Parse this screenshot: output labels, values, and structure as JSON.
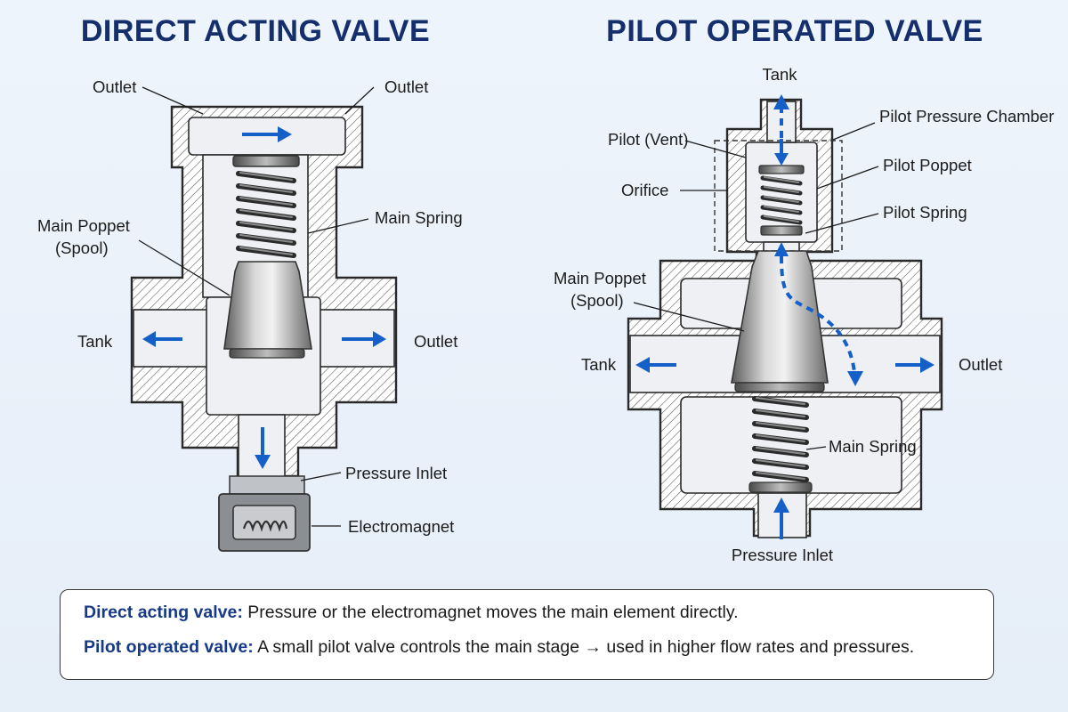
{
  "titles": {
    "left": "DIRECT ACTING VALVE",
    "right": "PILOT OPERATED VALVE"
  },
  "direct_acting": {
    "labels": {
      "outlet_top_left": "Outlet",
      "outlet_top_right": "Outlet",
      "main_spring": "Main Spring",
      "main_poppet_line1": "Main Poppet",
      "main_poppet_line2": "(Spool)",
      "tank": "Tank",
      "outlet_side": "Outlet",
      "pressure_inlet": "Pressure Inlet",
      "electromagnet": "Electromagnet"
    }
  },
  "pilot_operated": {
    "labels": {
      "tank": "Tank",
      "pilot_pressure_chamber": "Pilot Pressure Chamber",
      "pilot_vent": "Pilot (Vent)",
      "pilot_poppet": "Pilot Poppet",
      "orifice": "Orifice",
      "pilot_spring": "Pilot Spring",
      "main_poppet_line1": "Main Poppet",
      "main_poppet_line2": "(Spool)",
      "tank_side": "Tank",
      "outlet_side": "Outlet",
      "main_spring": "Main Spring",
      "pressure_inlet": "Pressure Inlet"
    }
  },
  "summary": {
    "rows": [
      {
        "term": "Direct acting valve:",
        "text": "Pressure or the electromagnet moves the main element directly."
      },
      {
        "term": "Pilot operated valve:",
        "text": "A small pilot valve controls the main stage → used in higher flow rates and pressures."
      }
    ]
  },
  "colors": {
    "title": "#152f6d",
    "flow_arrow": "#1560c8",
    "summary_term": "#163a86"
  }
}
